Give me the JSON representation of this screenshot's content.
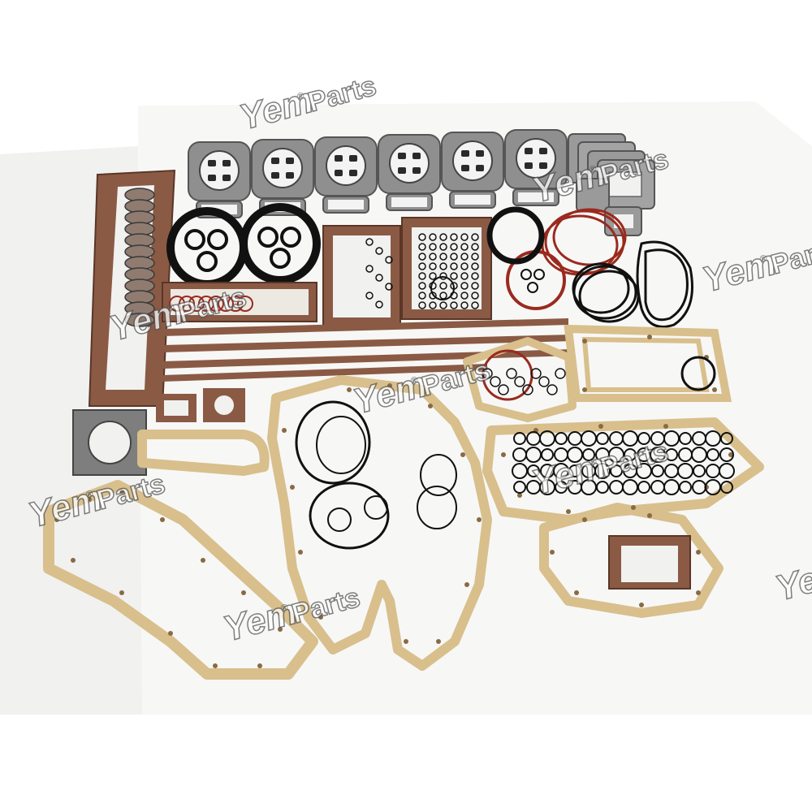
{
  "watermark": {
    "brand_mark": "Yem",
    "registered": "®",
    "text": "Parts"
  },
  "colors": {
    "background": "#ffffff",
    "paper_gasket": "#e6cfa4",
    "paper_edge": "#b58a55",
    "fiber_gasket": "#8a5a44",
    "steel_gasket": "#8f8f8f",
    "black_oring": "#111111",
    "red_oring": "#9a2a1e",
    "watermark": "#555555"
  },
  "photo": {
    "subject": "engine-gasket-kit",
    "head_gasket_count": 6
  }
}
